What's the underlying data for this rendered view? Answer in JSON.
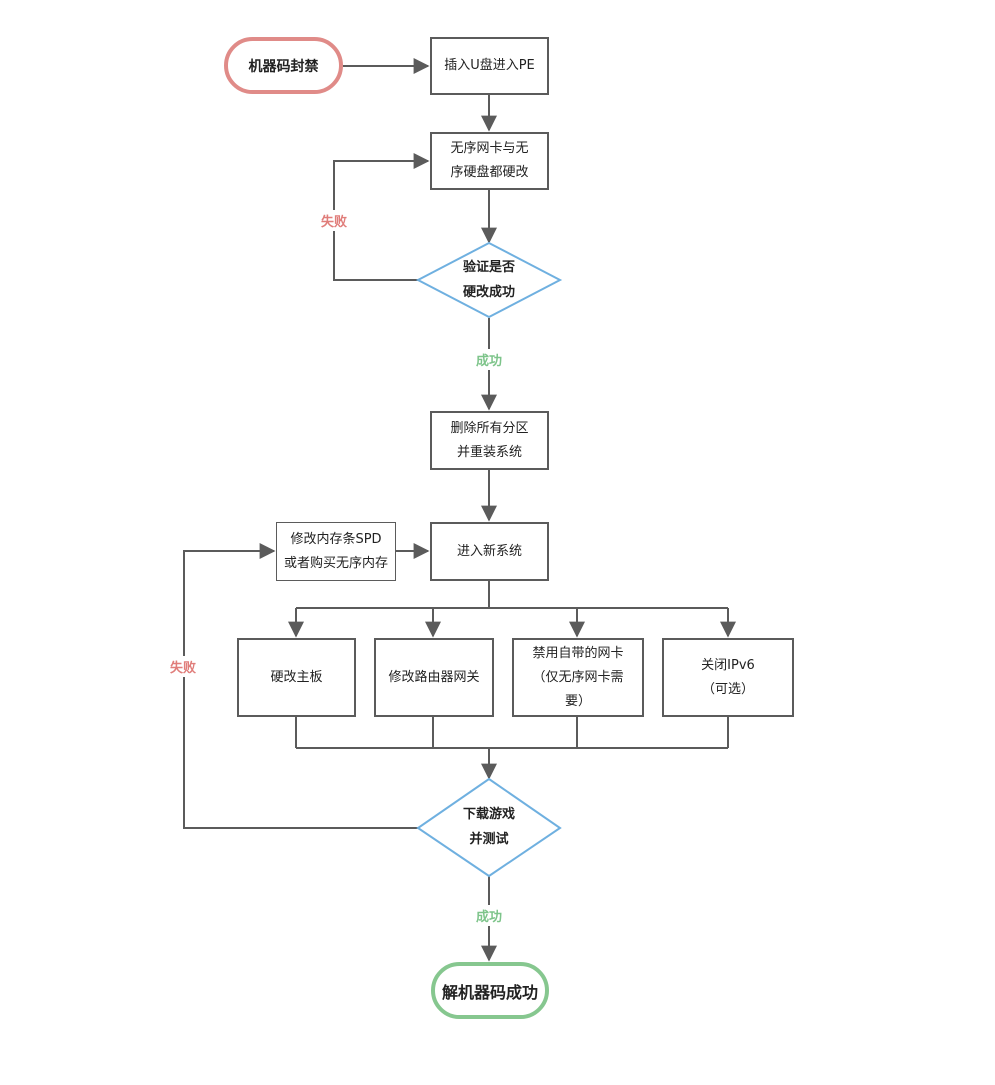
{
  "start": {
    "label": "机器码封禁"
  },
  "steps": {
    "insert_usb": "插入U盘进入PE",
    "modify_nic_disk": [
      "无序网卡与无",
      "序硬盘都硬改"
    ],
    "delete_partitions": [
      "删除所有分区",
      "并重装系统"
    ],
    "enter_new_system": "进入新系统",
    "modify_memory": [
      "修改内存条SPD",
      "或者购买无序内存"
    ],
    "modify_motherboard": "硬改主板",
    "modify_router": "修改路由器网关",
    "disable_nic": [
      "禁用自带的网卡",
      "（仅无序网卡需",
      "要）"
    ],
    "disable_ipv6": [
      "关闭IPv6",
      "（可选）"
    ]
  },
  "decisions": {
    "verify": [
      "验证是否",
      "硬改成功"
    ],
    "test_game": [
      "下载游戏",
      "并测试"
    ]
  },
  "edge_labels": {
    "fail_1": "失败",
    "success_1": "成功",
    "fail_2": "失败",
    "success_2": "成功"
  },
  "end": {
    "label": "解机器码成功"
  },
  "colors": {
    "line": "#5b5b5b",
    "start_border": "#e08b88",
    "end_border": "#86c78f",
    "diamond_border": "#6fb0e0",
    "fail_text": "#e07d7a",
    "success_text": "#7dc48a"
  }
}
